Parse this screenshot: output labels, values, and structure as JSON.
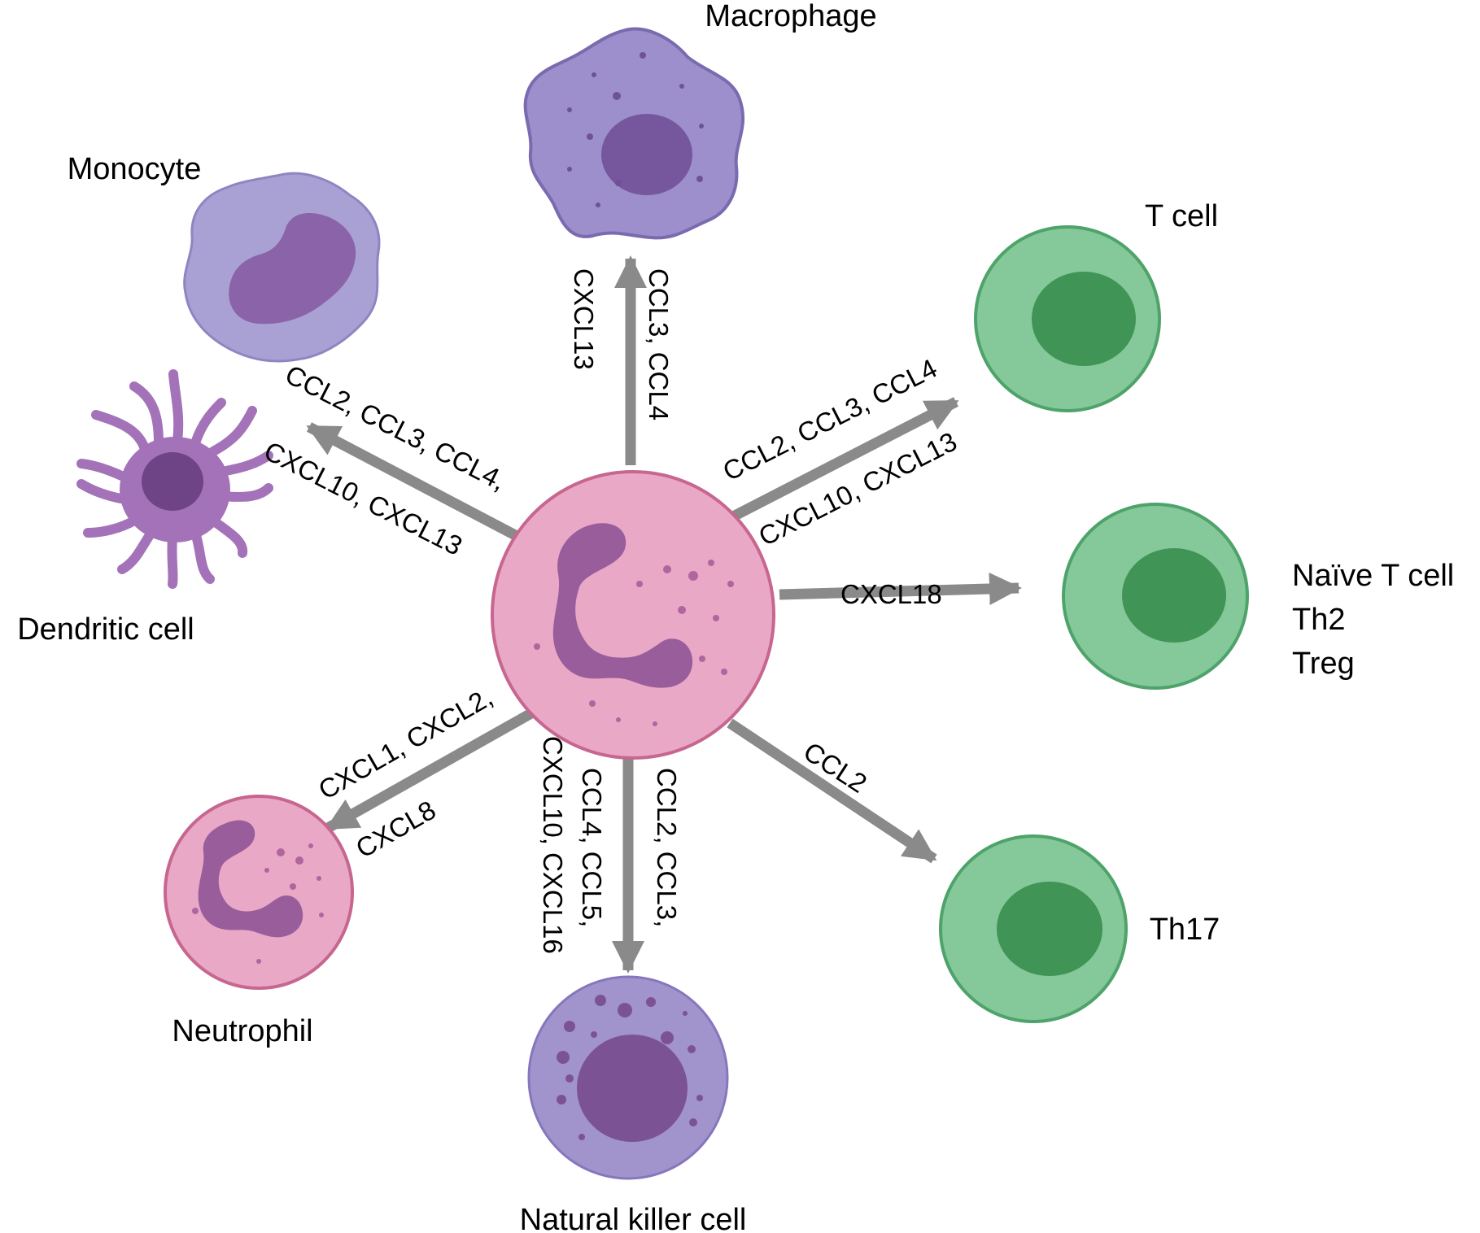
{
  "colors": {
    "arrow": "#8a8a8a",
    "neutrophil_fill": "#e9a8c6",
    "neutrophil_stroke": "#c7668f",
    "neutrophil_nucleus": "#9a5d9c",
    "macrophage_fill": "#9c8fcb",
    "macrophage_stroke": "#7a6aaf",
    "macrophage_nucleus": "#76579d",
    "monocyte_fill": "#a9a1d3",
    "monocyte_nucleus": "#8b63a8",
    "dendritic_fill": "#a472b8",
    "dendritic_nucleus": "#6e4486",
    "nk_fill": "#a193cc",
    "nk_nucleus": "#7b5395",
    "tcell_fill": "#85c899",
    "tcell_stroke": "#4ea36a",
    "tcell_nucleus": "#3f9456"
  },
  "cells": {
    "macrophage": "Macrophage",
    "monocyte": "Monocyte",
    "dendritic": "Dendritic cell",
    "tcell": "T cell",
    "naive": [
      "Naïve T cell",
      "Th2",
      "Treg"
    ],
    "th17": "Th17",
    "neutrophil": "Neutrophil",
    "nk": "Natural killer cell"
  },
  "chemokines": {
    "macrophage": [
      "CCL3, CCL4",
      "CXCL13"
    ],
    "monocyte_dc": [
      "CCL2, CCL3, CCL4,",
      "CXCL10,  CXCL13"
    ],
    "tcell": [
      "CCL2, CCL3, CCL4",
      "CXCL10, CXCL13"
    ],
    "naive": "CXCL18",
    "th17": "CCL2",
    "neutrophil": [
      "CXCL1, CXCL2,",
      "CXCL8"
    ],
    "nk": [
      "CCL2, CCL3,",
      "CCL4, CCL5,",
      "CXCL10,  CXCL16"
    ]
  }
}
